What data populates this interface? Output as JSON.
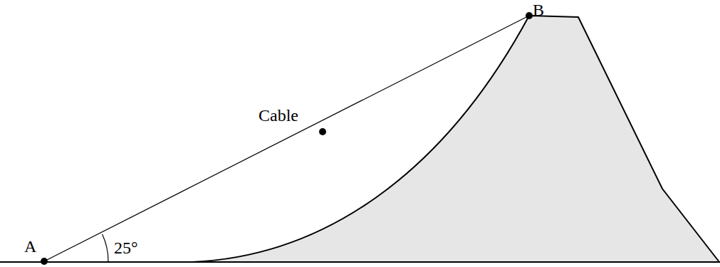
{
  "diagram": {
    "labels": [
      "A",
      "B",
      "Cable",
      "25°"
    ]
  }
}
